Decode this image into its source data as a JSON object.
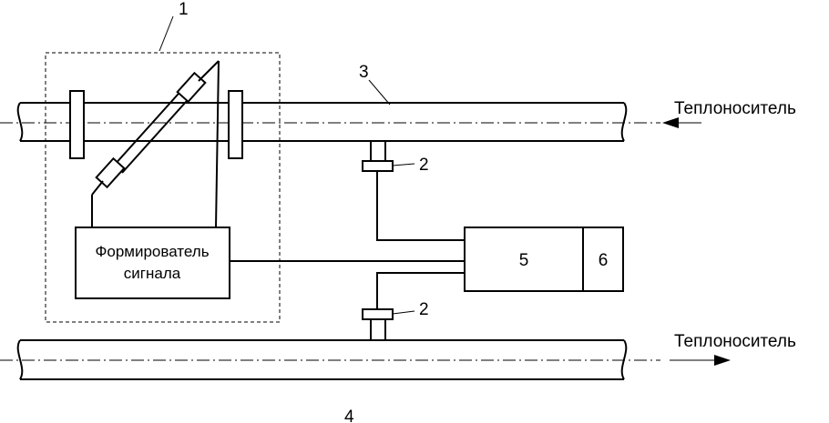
{
  "labels": {
    "sensor_unit": "1",
    "temp_sensor": "2",
    "supply_pipe": "3",
    "return_pipe": "4",
    "calculator": "5",
    "display": "6"
  },
  "signal_former": {
    "line1": "Формирователь",
    "line2": "сигнала"
  },
  "flows": {
    "supply": "Теплоноситель",
    "return": "Теплоноситель"
  }
}
